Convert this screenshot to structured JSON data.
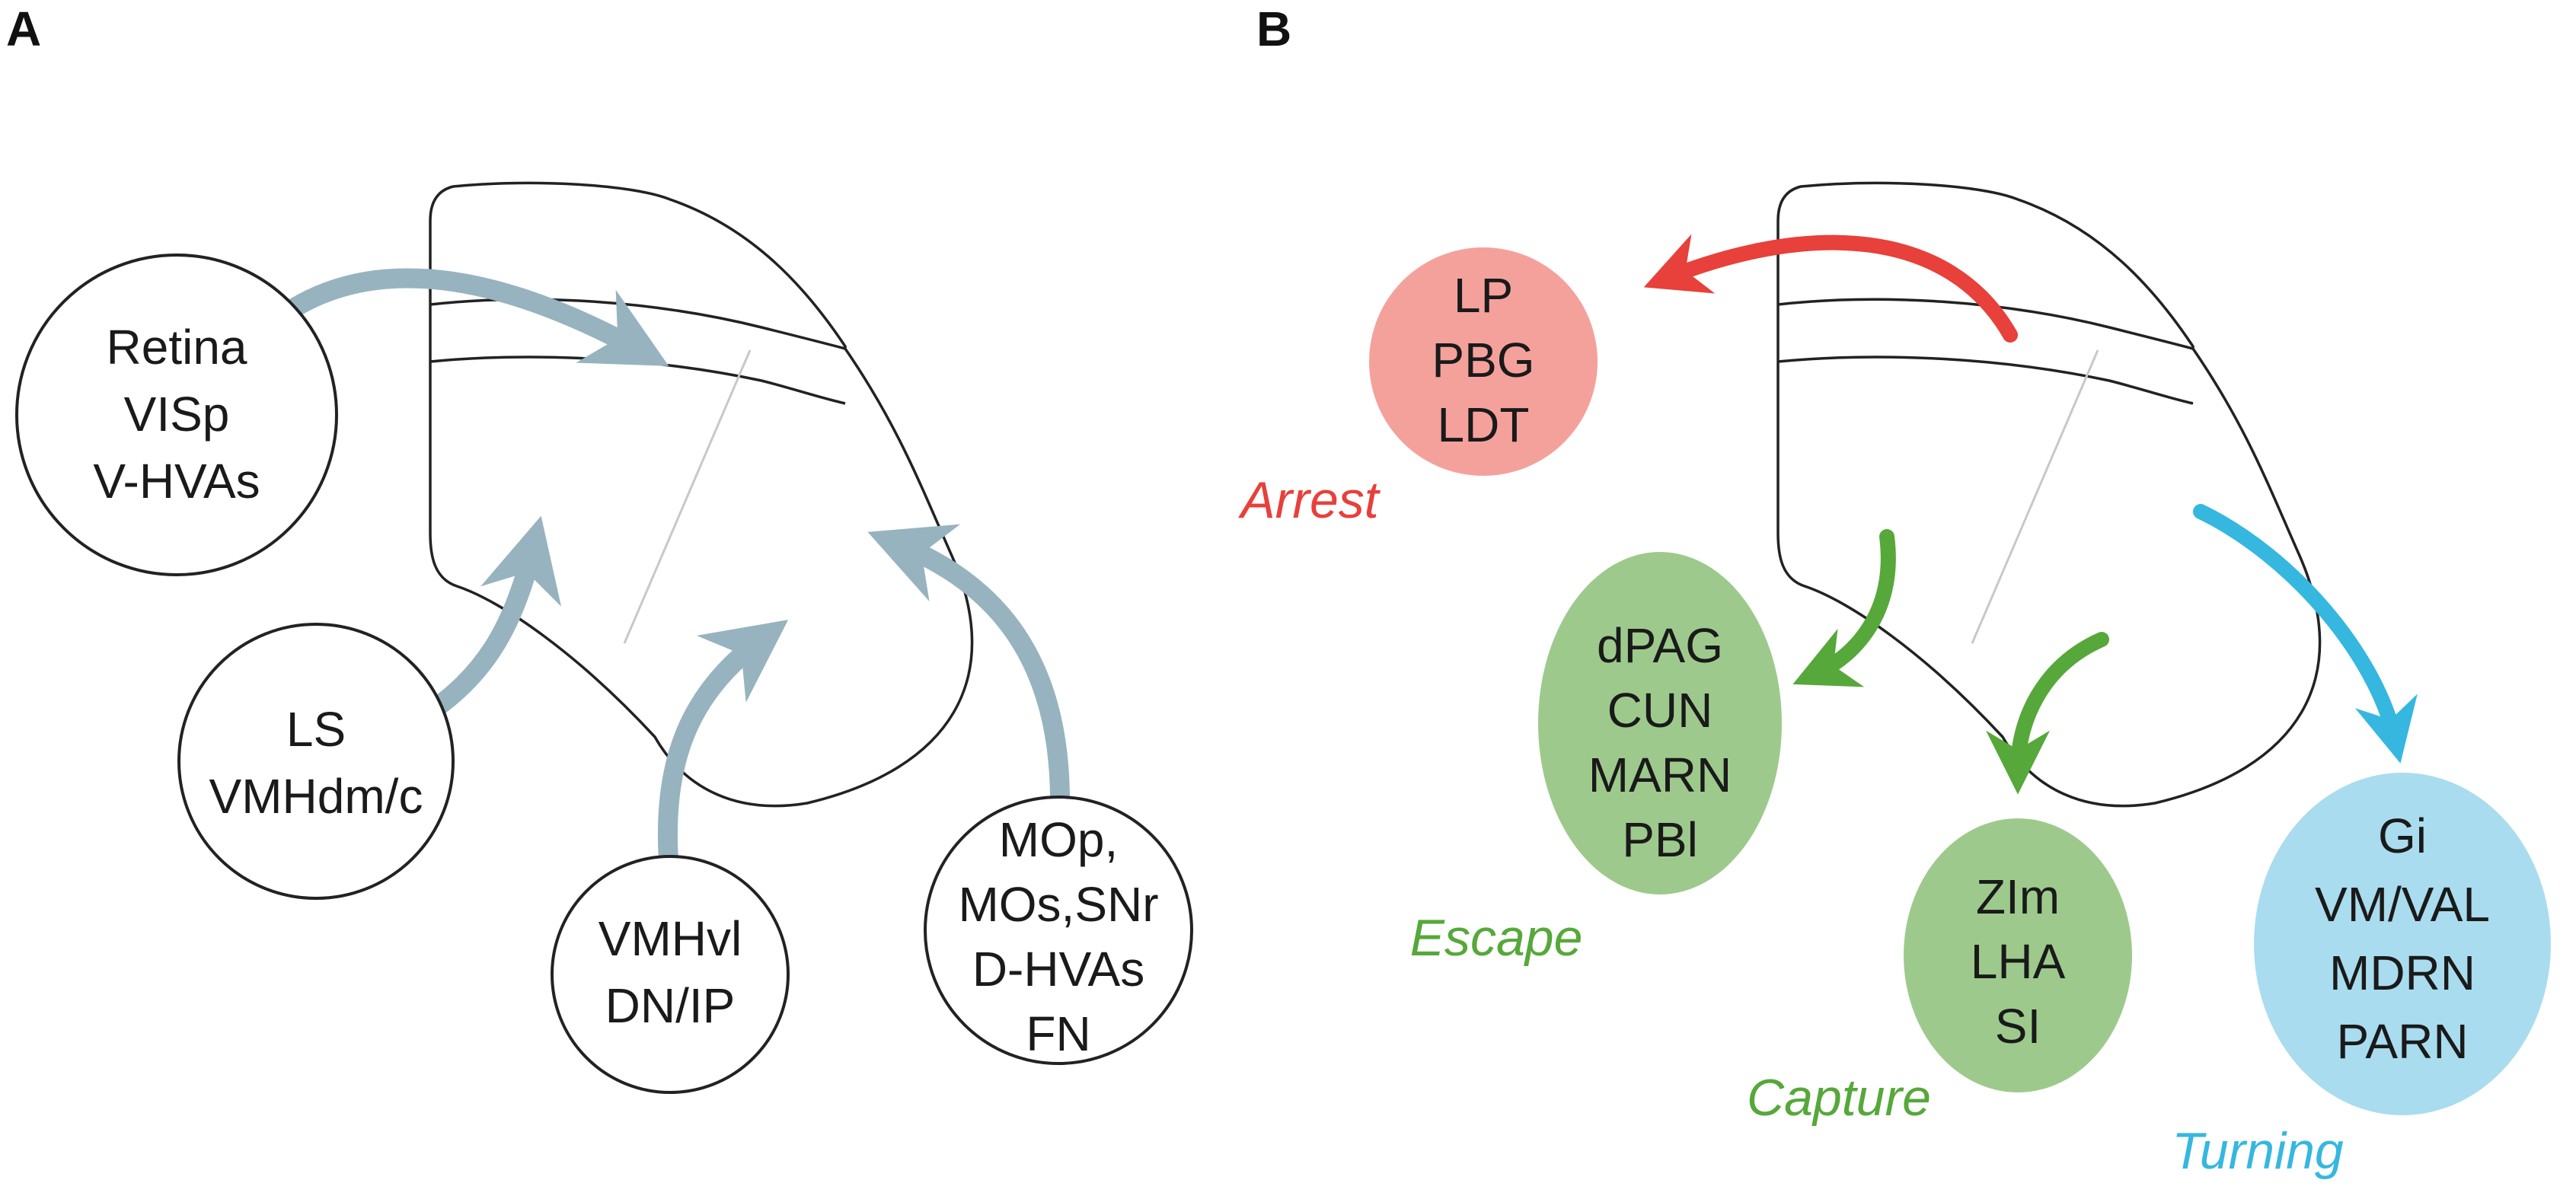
{
  "panels": {
    "a": {
      "label": "A"
    },
    "b": {
      "label": "B"
    }
  },
  "inputs": {
    "n1": [
      "Retina",
      "VISp",
      "V-HVAs"
    ],
    "n2": [
      "LS",
      "VMHdm/c"
    ],
    "n3": [
      "VMHvl",
      "DN/IP"
    ],
    "n4": [
      "MOp,",
      "MOs,SNr",
      "D-HVAs",
      "FN"
    ]
  },
  "outputs": {
    "arrest": {
      "behavior": "Arrest",
      "regions": [
        "LP",
        "PBG",
        "LDT"
      ]
    },
    "escape": {
      "behavior": "Escape",
      "regions": [
        "dPAG",
        "CUN",
        "MARN",
        "PBl"
      ]
    },
    "capture": {
      "behavior": "Capture",
      "regions": [
        "ZIm",
        "LHA",
        "SI"
      ]
    },
    "turning": {
      "behavior": "Turning",
      "regions": [
        "Gi",
        "VM/VAL",
        "MDRN",
        "PARN"
      ]
    }
  },
  "colors": {
    "input_arrow": "#97b3bf",
    "arrest_fill": "#f4a19c",
    "arrest_arrow": "#e8403a",
    "arrest_text": "#e8403a",
    "escape_fill": "#9dca8c",
    "capture_fill": "#9dca8c",
    "green_arrow": "#56a83a",
    "green_text": "#56a83a",
    "turning_fill": "#a9dcee",
    "turning_arrow": "#36b7e0",
    "turning_text": "#36b7e0"
  }
}
